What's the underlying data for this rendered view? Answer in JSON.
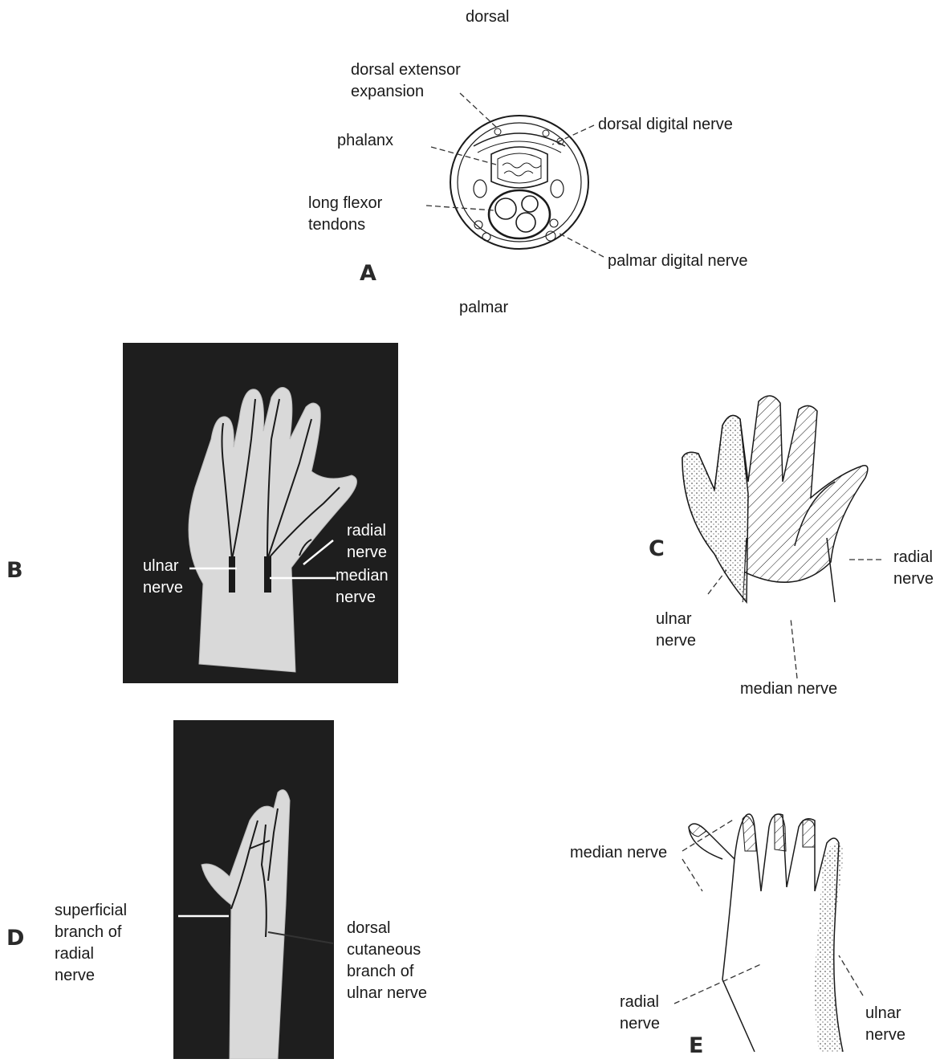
{
  "panel_letters": {
    "a": "A",
    "b": "B",
    "c": "C",
    "d": "D",
    "e": "E"
  },
  "panel_a": {
    "orientation_top": "dorsal",
    "orientation_bottom": "palmar",
    "labels": {
      "dorsal_extensor_expansion": "dorsal extensor\nexpansion",
      "phalanx": "phalanx",
      "long_flexor_tendons": "long flexor\ntendons",
      "dorsal_digital_nerve": "dorsal digital nerve",
      "palmar_digital_nerve": "palmar digital nerve"
    }
  },
  "panel_b": {
    "labels": {
      "ulnar_nerve": "ulnar\nnerve",
      "radial_nerve": "radial\nnerve",
      "median_nerve": "median\nnerve"
    }
  },
  "panel_c": {
    "labels": {
      "radial_nerve": "radial\nnerve",
      "ulnar_nerve": "ulnar\nnerve",
      "median_nerve": "median nerve"
    }
  },
  "panel_d": {
    "labels": {
      "superficial_radial": "superficial\nbranch of\nradial\nnerve",
      "dorsal_cutaneous_ulnar": "dorsal\ncutaneous\nbranch of\nulnar nerve"
    }
  },
  "panel_e": {
    "labels": {
      "median_nerve": "median nerve",
      "radial_nerve": "radial\nnerve",
      "ulnar_nerve": "ulnar\nnerve"
    }
  },
  "colors": {
    "ink": "#1a1a1a",
    "photo_bg": "#1e1e1e",
    "skin": "#d9d9d9"
  }
}
